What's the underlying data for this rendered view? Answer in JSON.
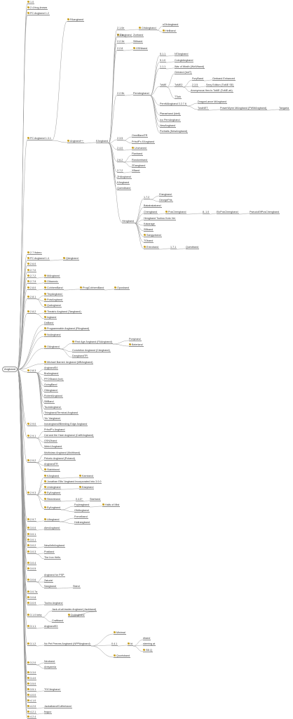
{
  "root": {
    "label": "Angband"
  },
  "nodes": [
    {
      "id": "n1",
      "label": "1.0",
      "icon": "pencil-icon"
    },
    {
      "id": "n2",
      "label": "2.4.frog-knows",
      "icon": "pencil-icon"
    },
    {
      "id": "n3",
      "label": "PC Angband 1.2",
      "icon": "pencil-icon"
    },
    {
      "id": "n4",
      "label": "PC Angband 1.3.1",
      "icon": "pencil-icon"
    },
    {
      "id": "n5",
      "label": "FAangband",
      "icon": "pencil-icon"
    },
    {
      "id": "n6",
      "label": "Angband++",
      "icon": "pencil-icon"
    },
    {
      "id": "n7",
      "label": "Zangband",
      "icon": "pencil-icon"
    },
    {
      "id": "n8",
      "label": "2.1.0e",
      "icon": ""
    },
    {
      "id": "n9",
      "label": "CthAngband",
      "icon": "pencil-icon"
    },
    {
      "id": "n10",
      "label": "sCthAngband",
      "icon": ""
    },
    {
      "id": "n11",
      "label": "Hellband",
      "icon": "pencil-icon"
    },
    {
      "id": "n12",
      "label": "2.1.1c",
      "icon": ""
    },
    {
      "id": "n13",
      "label": "Zceband",
      "icon": ""
    },
    {
      "id": "n14",
      "label": "2.2.3d",
      "icon": ""
    },
    {
      "id": "n15",
      "label": "Sillband",
      "icon": ""
    },
    {
      "id": "n16",
      "label": "2.2.8",
      "icon": ""
    },
    {
      "id": "n17",
      "label": "GSNband",
      "icon": "pencil-icon"
    },
    {
      "id": "n18",
      "label": "2.2.9b",
      "icon": ""
    },
    {
      "id": "n19",
      "label": "PernAngband",
      "icon": ""
    },
    {
      "id": "n20",
      "label": "ToME",
      "icon": ""
    },
    {
      "id": "n21",
      "label": "5.1.1",
      "icon": ""
    },
    {
      "id": "n22",
      "label": "NTAngband",
      "icon": ""
    },
    {
      "id": "n23",
      "label": "5.1.0",
      "icon": ""
    },
    {
      "id": "n24",
      "label": "CoingbAngband",
      "icon": ""
    },
    {
      "id": "n25",
      "label": "1.1.1",
      "icon": ""
    },
    {
      "id": "n26",
      "label": "War of Wrath (WoWband)",
      "icon": ""
    },
    {
      "id": "n27",
      "label": "Gerrand (toeT)",
      "icon": ""
    },
    {
      "id": "n28",
      "label": "ToME2",
      "icon": ""
    },
    {
      "id": "n29",
      "label": "FuryBand",
      "icon": ""
    },
    {
      "id": "n30",
      "label": "Gerband Enhanced",
      "icon": ""
    },
    {
      "id": "n31",
      "label": "2.3.5",
      "icon": ""
    },
    {
      "id": "n32",
      "label": "Sexy Edition (ToME SE)",
      "icon": ""
    },
    {
      "id": "n33",
      "label": "Anonymous Hero's ToME (ToME-ah)",
      "icon": ""
    },
    {
      "id": "n34",
      "label": "TTork",
      "icon": ""
    },
    {
      "id": "n35",
      "label": "PernMAngband 3.2.7.6",
      "icon": ""
    },
    {
      "id": "n36",
      "label": "DragonLance MAngband",
      "icon": ""
    },
    {
      "id": "n37",
      "label": "ToraNET",
      "icon": ""
    },
    {
      "id": "n38",
      "label": "PowerWyrm MAngband (PWMAngband)",
      "icon": ""
    },
    {
      "id": "n39",
      "label": "Tangaria",
      "icon": ""
    },
    {
      "id": "n40",
      "label": "Planarband (kieti)",
      "icon": ""
    },
    {
      "id": "n41",
      "label": "Ico PernAngband",
      "icon": ""
    },
    {
      "id": "n42",
      "label": "NewAngband",
      "icon": ""
    },
    {
      "id": "n43",
      "label": "Portralis (NewAngband)",
      "icon": ""
    },
    {
      "id": "n44",
      "label": "EAngband",
      "icon": ""
    },
    {
      "id": "n45",
      "label": "2.3.5",
      "icon": ""
    },
    {
      "id": "n46",
      "label": "OmniBandTR",
      "icon": ""
    },
    {
      "id": "n47",
      "label": "PrfrolP's EAngband",
      "icon": ""
    },
    {
      "id": "n48",
      "label": "2.4.0",
      "icon": ""
    },
    {
      "id": "n49",
      "label": "Unchaned",
      "icon": "pencil-icon"
    },
    {
      "id": "n50",
      "label": "2.6.2",
      "icon": ""
    },
    {
      "id": "n51",
      "label": "Flaxband",
      "icon": ""
    },
    {
      "id": "n52",
      "label": "Randomband",
      "icon": ""
    },
    {
      "id": "n53",
      "label": "ZDangband",
      "icon": ""
    },
    {
      "id": "n54",
      "label": "2.7.2",
      "icon": ""
    },
    {
      "id": "n55",
      "label": "XBand",
      "icon": ""
    },
    {
      "id": "n56",
      "label": "ZHAngband",
      "icon": ""
    },
    {
      "id": "n57",
      "label": "KAngband",
      "icon": ""
    },
    {
      "id": "n58",
      "label": "Quendband",
      "icon": ""
    },
    {
      "id": "n59",
      "label": "Hengband",
      "icon": ""
    },
    {
      "id": "n60",
      "label": "1.7.2",
      "icon": ""
    },
    {
      "id": "n61",
      "label": "D'angband",
      "icon": ""
    },
    {
      "id": "n62",
      "label": "GeorgePris",
      "icon": ""
    },
    {
      "id": "n63",
      "label": "Bakabakaband",
      "icon": ""
    },
    {
      "id": "n64",
      "label": "Chengband",
      "icon": ""
    },
    {
      "id": "n65",
      "label": "PosChengband",
      "icon": "pencil-icon"
    },
    {
      "id": "n66",
      "label": "8..1.0",
      "icon": ""
    },
    {
      "id": "n67",
      "label": "ElcPosChengband",
      "icon": ""
    },
    {
      "id": "n68",
      "label": "PseudoElfPosChengband",
      "icon": ""
    },
    {
      "id": "n69",
      "label": "Hengband Touhou Koto Ver",
      "icon": ""
    },
    {
      "id": "n70",
      "label": "Kakarage",
      "icon": ""
    },
    {
      "id": "n71",
      "label": "SBband",
      "icon": ""
    },
    {
      "id": "n72",
      "label": "Sangyoband",
      "icon": "pencil-icon"
    },
    {
      "id": "n73",
      "label": "TOband",
      "icon": ""
    },
    {
      "id": "n74",
      "label": "Entroband",
      "icon": "pencil-icon"
    },
    {
      "id": "n75",
      "label": "1.7.1",
      "icon": ""
    },
    {
      "id": "n76",
      "label": "Questband",
      "icon": ""
    },
    {
      "id": "n77",
      "label": "2.7.9stero",
      "icon": "pencil-icon"
    },
    {
      "id": "n78",
      "label": "PC Angband 1.4",
      "icon": "pencil-icon"
    },
    {
      "id": "n79",
      "label": "QAngband",
      "icon": "pencil-icon"
    },
    {
      "id": "n80",
      "label": "2.6.0",
      "icon": "pencil-icon"
    },
    {
      "id": "n81",
      "label": "2.7.0",
      "icon": "pencil-icon"
    },
    {
      "id": "n82",
      "label": "2.7.2",
      "icon": "pencil-icon"
    },
    {
      "id": "n83",
      "label": "MAngband",
      "icon": "pencil-icon"
    },
    {
      "id": "n84",
      "label": "2.7.9",
      "icon": "pencil-icon"
    },
    {
      "id": "n85",
      "label": "Olbamnic",
      "icon": "pencil-icon"
    },
    {
      "id": "n86",
      "label": "2.8.0",
      "icon": "pencil-icon"
    },
    {
      "id": "n87",
      "label": "CohhemBand",
      "icon": "pencil-icon"
    },
    {
      "id": "n88",
      "label": "ProgCohhemBand",
      "icon": "pencil-icon"
    },
    {
      "id": "n89",
      "label": "Oposband",
      "icon": "pencil-icon"
    },
    {
      "id": "n90",
      "label": "2.8.1",
      "icon": "pencil-icon"
    },
    {
      "id": "n91",
      "label": "TinyAngband",
      "icon": "pencil-icon"
    },
    {
      "id": "n92",
      "label": "PoisAngband",
      "icon": "pencil-icon"
    },
    {
      "id": "n93",
      "label": "QuAngband",
      "icon": "pencil-icon"
    },
    {
      "id": "n94",
      "label": "2.8.2",
      "icon": "pencil-icon"
    },
    {
      "id": "n95",
      "label": "Theatric Angband (Tangband)",
      "icon": "pencil-icon"
    },
    {
      "id": "n96",
      "label": "Ingband",
      "icon": "pencil-icon"
    },
    {
      "id": "n97",
      "label": "DaBand",
      "icon": ""
    },
    {
      "id": "n98",
      "label": "Programmable Angband (PAngband)",
      "icon": "pencil-icon"
    },
    {
      "id": "n99",
      "label": "NoAngband",
      "icon": "pencil-icon"
    },
    {
      "id": "n100",
      "label": "First Age Angband (FAAngband)",
      "icon": "pencil-icon"
    },
    {
      "id": "n101",
      "label": "Ponyband",
      "icon": ""
    },
    {
      "id": "n102",
      "label": "Belerland",
      "icon": "pencil-icon"
    },
    {
      "id": "n103",
      "label": "OAngband",
      "icon": "pencil-icon"
    },
    {
      "id": "n104",
      "label": "Conviction Angband (CAngband)",
      "icon": ""
    },
    {
      "id": "n105",
      "label": "DangbandTR",
      "icon": ""
    },
    {
      "id": "n106",
      "label": "Michael Barnes' Angband (MBAngband)",
      "icon": "pencil-icon"
    },
    {
      "id": "n107",
      "label": "2.8.3",
      "icon": "pencil-icon"
    },
    {
      "id": "n108",
      "label": "AngbandS4",
      "icon": ""
    },
    {
      "id": "n109",
      "label": "BrsAngband",
      "icon": ""
    },
    {
      "id": "n110",
      "label": "PFOSband (toe)",
      "icon": ""
    },
    {
      "id": "n111",
      "label": "GoingBand",
      "icon": ""
    },
    {
      "id": "n112",
      "label": "OIAngband",
      "icon": ""
    },
    {
      "id": "n113",
      "label": "RobertAngband",
      "icon": ""
    },
    {
      "id": "n114",
      "label": "SillBand",
      "icon": ""
    },
    {
      "id": "n115",
      "label": "TsumAngband",
      "icon": ""
    },
    {
      "id": "n116",
      "label": "Thingband/Terminal Angband",
      "icon": ""
    },
    {
      "id": "n117",
      "label": "Yin Yangband",
      "icon": ""
    },
    {
      "id": "n118",
      "label": "2.9.0",
      "icon": "pencil-icon"
    },
    {
      "id": "n119",
      "label": "Ironangband/Bleeding Edge Angband",
      "icon": ""
    },
    {
      "id": "n120",
      "label": "2.9.1",
      "icon": "pencil-icon"
    },
    {
      "id": "n121",
      "label": "PrfrolP's Angband",
      "icon": ""
    },
    {
      "id": "n122",
      "label": "Cat and the Hare Angband (CatHAngband)",
      "icon": ""
    },
    {
      "id": "n123",
      "label": "GSN2band",
      "icon": ""
    },
    {
      "id": "n124",
      "label": "Weird Angband",
      "icon": ""
    },
    {
      "id": "n125",
      "label": "2.9.2",
      "icon": "pencil-icon"
    },
    {
      "id": "n126",
      "label": "Multiclass Angband (Multiband)",
      "icon": ""
    },
    {
      "id": "n127",
      "label": "Pelonic Angband (Poband)",
      "icon": ""
    },
    {
      "id": "n128",
      "label": "AngbandTR",
      "icon": ""
    },
    {
      "id": "n129",
      "label": "Stabbband",
      "icon": "pencil-icon"
    },
    {
      "id": "n130",
      "label": "2.9.3",
      "icon": "pencil-icon"
    },
    {
      "id": "n131",
      "label": "KAngband",
      "icon": "pencil-icon"
    },
    {
      "id": "n132",
      "label": "Kamband",
      "icon": "pencil-icon"
    },
    {
      "id": "n133",
      "label": "Jonathan Ellis' Angband Incorporated Into 3.0.0",
      "icon": "pencil-icon"
    },
    {
      "id": "n134",
      "label": "UnAngband",
      "icon": "pencil-icon"
    },
    {
      "id": "n135",
      "label": "Easyband",
      "icon": "pencil-icon"
    },
    {
      "id": "n136",
      "label": "EyAngband",
      "icon": "pencil-icon"
    },
    {
      "id": "n137",
      "label": "Steamband",
      "icon": "pencil-icon"
    },
    {
      "id": "n138",
      "label": "0.4.0*",
      "icon": ""
    },
    {
      "id": "n139",
      "label": "Starband",
      "icon": ""
    },
    {
      "id": "n140",
      "label": "EyAngband",
      "icon": "pencil-icon"
    },
    {
      "id": "n141",
      "label": "Foyleagband",
      "icon": ""
    },
    {
      "id": "n142",
      "label": "Halls of Mist",
      "icon": "pencil-icon"
    },
    {
      "id": "n143",
      "label": "GMAngband",
      "icon": ""
    },
    {
      "id": "n144",
      "label": "2.9.7",
      "icon": "pencil-icon"
    },
    {
      "id": "n145",
      "label": "UAngband",
      "icon": "pencil-icon"
    },
    {
      "id": "n146",
      "label": "Frenelband",
      "icon": ""
    },
    {
      "id": "n147",
      "label": "Hollrangband",
      "icon": ""
    },
    {
      "id": "n148",
      "label": "3.0.0",
      "icon": "pencil-icon"
    },
    {
      "id": "n149",
      "label": "AlexAngband",
      "icon": ""
    },
    {
      "id": "n150",
      "label": "3.0.1",
      "icon": "pencil-icon"
    },
    {
      "id": "n151",
      "label": "3.0.1",
      "icon": "pencil-icon"
    },
    {
      "id": "n152",
      "label": "3.0.2",
      "icon": "pencil-icon"
    },
    {
      "id": "n153",
      "label": "NewArthAngband",
      "icon": ""
    },
    {
      "id": "n154",
      "label": "3.0.3",
      "icon": "pencil-icon"
    },
    {
      "id": "n155",
      "label": "Postland",
      "icon": ""
    },
    {
      "id": "n156",
      "label": "The Iron Hells",
      "icon": ""
    },
    {
      "id": "n157",
      "label": "3.0.4",
      "icon": "pencil-icon"
    },
    {
      "id": "n158",
      "label": "3.0.5",
      "icon": "pencil-icon"
    },
    {
      "id": "n159",
      "label": "3.0.6",
      "icon": "pencil-icon"
    },
    {
      "id": "n160",
      "label": "Angband for PSP",
      "icon": ""
    },
    {
      "id": "n161",
      "label": "Zaturiel",
      "icon": ""
    },
    {
      "id": "n162",
      "label": "Sangband",
      "icon": ""
    },
    {
      "id": "n163",
      "label": "Stand",
      "icon": ""
    },
    {
      "id": "n164",
      "label": "3.0.7a",
      "icon": "pencil-icon"
    },
    {
      "id": "n165",
      "label": "3.0.8",
      "icon": "pencil-icon"
    },
    {
      "id": "n166",
      "label": "3.0.9",
      "icon": "pencil-icon"
    },
    {
      "id": "n167",
      "label": "Toolno Angband",
      "icon": ""
    },
    {
      "id": "n168",
      "label": "3.1.0 beta",
      "icon": "pencil-icon"
    },
    {
      "id": "n169",
      "label": "Jack-of-all-trades Angband (Jackband)",
      "icon": ""
    },
    {
      "id": "n170",
      "label": "DoAngband",
      "icon": "pencil-icon"
    },
    {
      "id": "n171",
      "label": "Craftband",
      "icon": ""
    },
    {
      "id": "n172",
      "label": "3.1.1",
      "icon": "pencil-icon"
    },
    {
      "id": "n173",
      "label": "AngbandS3",
      "icon": ""
    },
    {
      "id": "n174",
      "label": "3.1.2",
      "icon": "pencil-icon"
    },
    {
      "id": "n175",
      "label": "No Pet Peeves Angband (NPPAngband)",
      "icon": ""
    },
    {
      "id": "n176",
      "label": "Minimal",
      "icon": "pencil-icon"
    },
    {
      "id": "n177",
      "label": "0.4.1",
      "icon": ""
    },
    {
      "id": "n178",
      "label": "Id",
      "icon": "pencil-icon"
    },
    {
      "id": "n179",
      "label": "eband",
      "icon": ""
    },
    {
      "id": "n180",
      "label": "steering at",
      "icon": ""
    },
    {
      "id": "n181",
      "label": "SB Q",
      "icon": "pencil-icon"
    },
    {
      "id": "n182",
      "label": "Quorlsband",
      "icon": "pencil-icon"
    },
    {
      "id": "n183",
      "label": "3.2.0",
      "icon": "pencil-icon"
    },
    {
      "id": "n184",
      "label": "Neoband",
      "icon": ""
    },
    {
      "id": "n185",
      "label": "Amiyannia",
      "icon": ""
    },
    {
      "id": "n186",
      "label": "3.3.0",
      "icon": "pencil-icon"
    },
    {
      "id": "n187",
      "label": "3.4.0",
      "icon": "pencil-icon"
    },
    {
      "id": "n188",
      "label": "3.5.0",
      "icon": "pencil-icon"
    },
    {
      "id": "n189",
      "label": "3.5.1",
      "icon": "pencil-icon"
    },
    {
      "id": "n190",
      "label": "TGCAngband",
      "icon": ""
    },
    {
      "id": "n191",
      "label": "4.0.0",
      "icon": "pencil-icon"
    },
    {
      "id": "n192",
      "label": "4.1.0",
      "icon": "pencil-icon"
    },
    {
      "id": "n193",
      "label": "4.2.0",
      "icon": "pencil-icon"
    },
    {
      "id": "n194",
      "label": "Jackalband/Coffeeband",
      "icon": ""
    },
    {
      "id": "n195",
      "label": "4.2.1",
      "icon": "pencil-icon"
    },
    {
      "id": "n196",
      "label": "frogco",
      "icon": ""
    },
    {
      "id": "n197",
      "label": "4.2.4",
      "icon": "pencil-icon"
    }
  ]
}
